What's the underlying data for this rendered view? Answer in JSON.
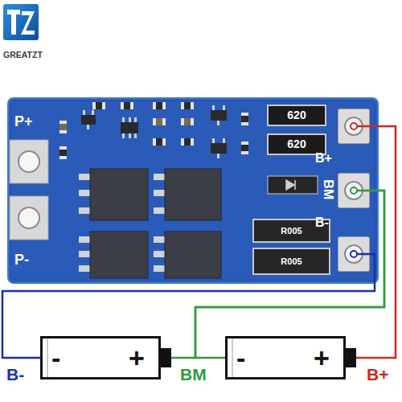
{
  "diagram": {
    "nodes": [
      {
        "text": [
          "P+",
          "P-"
        ]
      },
      {
        "text": [
          "B+"
        ],
        "in": 0
      },
      {
        "text": [
          "BM"
        ],
        "in": 0
      },
      {
        "text": [
          "B-"
        ],
        "in": 0
      },
      {
        "text": [
          "-",
          "+"
        ]
      },
      {
        "text": [
          "-",
          "+"
        ]
      }
    ],
    "edges": [
      {
        "from": 3,
        "to": 4,
        "arrow": "none"
      },
      {
        "from": 2,
        "to": 4,
        "arrow": "none"
      },
      {
        "from": 2,
        "to": 5,
        "arrow": "none"
      },
      {
        "from": 1,
        "to": 5,
        "arrow": "none"
      }
    ],
    "labels": [
      "GREATZT",
      "620",
      "620",
      "R005",
      "R005",
      "B-",
      "BM",
      "B+"
    ]
  }
}
